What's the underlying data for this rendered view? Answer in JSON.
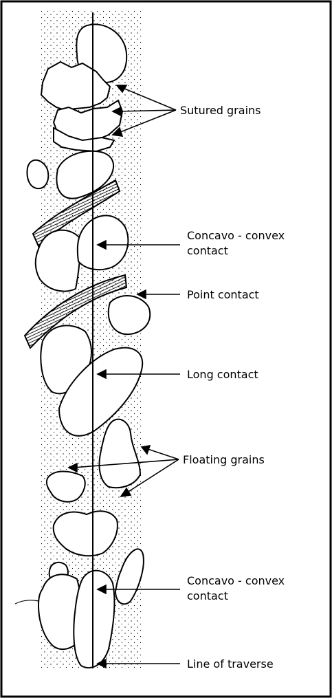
{
  "labels": {
    "sutured_grains": "Sutured grains",
    "concavo_convex_1_line1": "Concavo - convex",
    "concavo_convex_1_line2": "contact",
    "point_contact": "Point contact",
    "long_contact": "Long contact",
    "floating_grains": "Floating grains",
    "concavo_convex_2_line1": "Concavo - convex",
    "concavo_convex_2_line2": "contact",
    "line_of_traverse": "Line of traverse"
  },
  "colors": {
    "ink": "#000000",
    "paper": "#ffffff"
  }
}
